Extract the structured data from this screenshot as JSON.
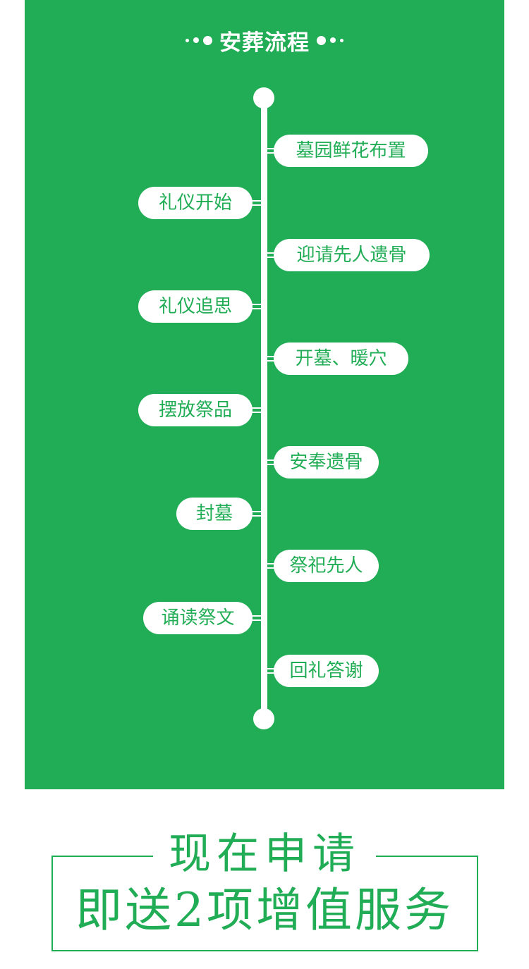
{
  "header": {
    "title": "安葬流程"
  },
  "steps": [
    {
      "label": "墓园鲜花布置",
      "side": "right"
    },
    {
      "label": "礼仪开始",
      "side": "left"
    },
    {
      "label": "迎请先人遗骨",
      "side": "right"
    },
    {
      "label": "礼仪追思",
      "side": "left"
    },
    {
      "label": "开墓、暖穴",
      "side": "right"
    },
    {
      "label": "摆放祭品",
      "side": "left"
    },
    {
      "label": "安奉遗骨",
      "side": "right"
    },
    {
      "label": "封墓",
      "side": "left"
    },
    {
      "label": "祭祀先人",
      "side": "right"
    },
    {
      "label": "诵读祭文",
      "side": "left"
    },
    {
      "label": "回礼答谢",
      "side": "right"
    }
  ],
  "cta": {
    "line1": "现在申请",
    "line2": "即送2项增值服务"
  },
  "colors": {
    "brand_green": "#21ad55",
    "white": "#ffffff"
  }
}
